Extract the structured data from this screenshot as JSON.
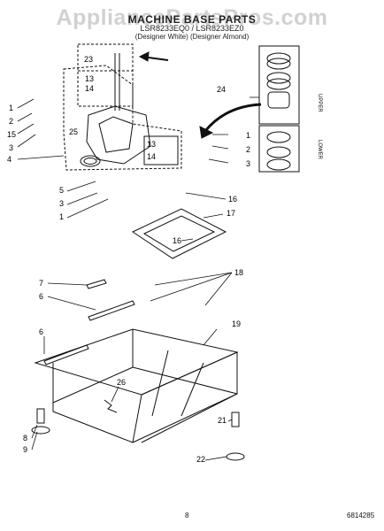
{
  "header": {
    "watermark": "AppliancePartsPros.com",
    "title": "MACHINE BASE PARTS",
    "subtitle": "(Designer White) (Designer Almond)",
    "model_line": "LSR8233EQ0 / LSR8233EZ0"
  },
  "callouts": [
    {
      "label": "23"
    },
    {
      "label": "13"
    },
    {
      "label": "14"
    },
    {
      "label": "24"
    },
    {
      "label": "1"
    },
    {
      "label": "2"
    },
    {
      "label": "15"
    },
    {
      "label": "3"
    },
    {
      "label": "25"
    },
    {
      "label": "4"
    },
    {
      "label": "13"
    },
    {
      "label": "14"
    },
    {
      "label": "1"
    },
    {
      "label": "2"
    },
    {
      "label": "3"
    },
    {
      "label": "5"
    },
    {
      "label": "3"
    },
    {
      "label": "1"
    },
    {
      "label": "16"
    },
    {
      "label": "17"
    },
    {
      "label": "16"
    },
    {
      "label": "18"
    },
    {
      "label": "7"
    },
    {
      "label": "6"
    },
    {
      "label": "19"
    },
    {
      "label": "6"
    },
    {
      "label": "26"
    },
    {
      "label": "8"
    },
    {
      "label": "9"
    },
    {
      "label": "21"
    },
    {
      "label": "22"
    }
  ],
  "side_labels": {
    "upper": "UPPER",
    "lower": "LOWER"
  },
  "footer": {
    "page_number": "8",
    "part_code": "6814285"
  },
  "colors": {
    "line": "#111111",
    "watermark": "#c9c9c9"
  }
}
